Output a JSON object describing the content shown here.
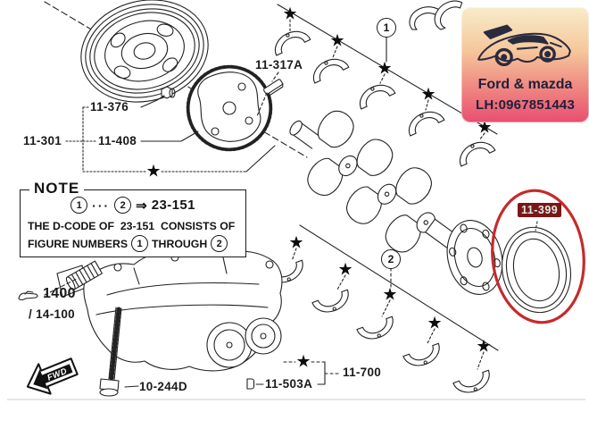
{
  "badge": {
    "brand": "Ford & mazda",
    "phone": "LH:0967851443",
    "bg_top": "#f8ecca",
    "bg_bottom": "#e94e70",
    "car_color": "#2b2b3e",
    "icon": "sports-car"
  },
  "labels": {
    "pulley_bolt": "11-376",
    "crankshaft": "11-301",
    "sprocket_plate": "11-408",
    "woodruff_key": "11-317A",
    "oil_seal": "11-399",
    "oil_pump_group": "1400",
    "oil_pump_group_alt": "/ 14-100",
    "pump_bolt": "10-244D",
    "dowel": "11-503A",
    "bearing_set": "11-700"
  },
  "note": {
    "title": "NOTE",
    "circle1": "1",
    "dots": "···",
    "circle2": "2",
    "arrow": "⇒",
    "code": "23-151",
    "body_line1": "THE D-CODE OF  23-151  CONSISTS OF",
    "body_line2a": "FIGURE NUMBERS",
    "body_line2b": "THROUGH"
  },
  "callouts": {
    "circle1": "1",
    "circle2": "2"
  },
  "symbols": {
    "star": "★"
  },
  "fwd_label": "FWD",
  "highlight": {
    "ellipse_color": "#c52b2b",
    "label_bg": "#7d1516",
    "label_color": "#d9efe8"
  }
}
